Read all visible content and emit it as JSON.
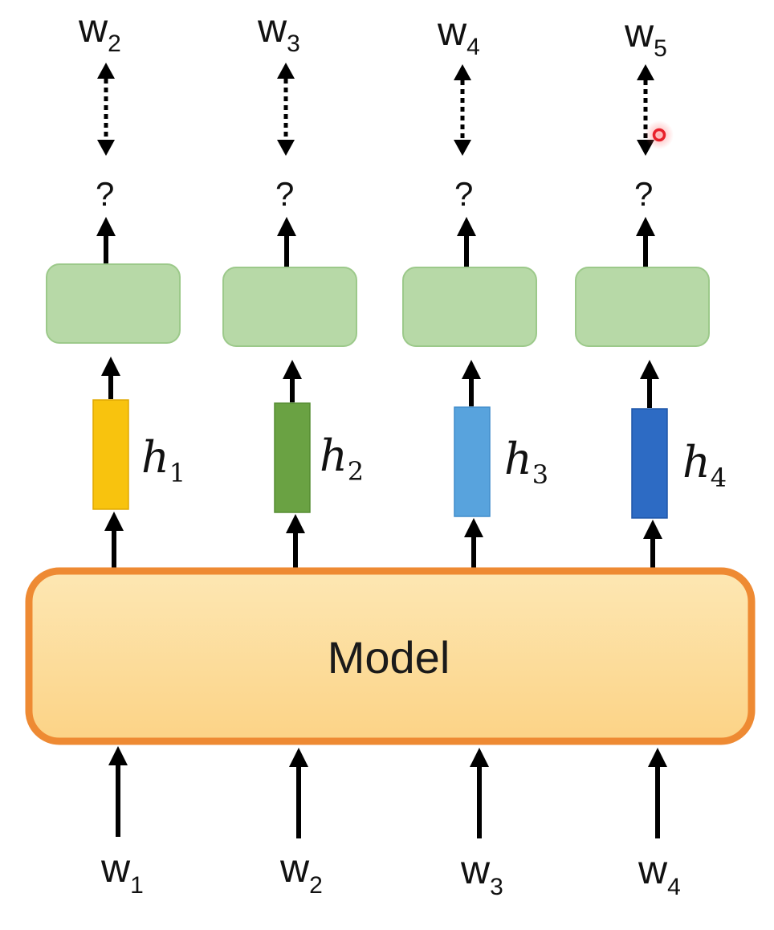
{
  "diagram": {
    "model": {
      "label": "Model"
    },
    "columns": [
      {
        "input_word": "w",
        "input_sub": "1",
        "hidden": "h",
        "hidden_sub": "1",
        "hidden_color": "#f8c30e",
        "prediction": "?",
        "target_word": "w",
        "target_sub": "2"
      },
      {
        "input_word": "w",
        "input_sub": "2",
        "hidden": "h",
        "hidden_sub": "2",
        "hidden_color": "#6aa243",
        "prediction": "?",
        "target_word": "w",
        "target_sub": "3"
      },
      {
        "input_word": "w",
        "input_sub": "3",
        "hidden": "h",
        "hidden_sub": "3",
        "hidden_color": "#58a3dd",
        "prediction": "?",
        "target_word": "w",
        "target_sub": "4"
      },
      {
        "input_word": "w",
        "input_sub": "4",
        "hidden": "h",
        "hidden_sub": "4",
        "hidden_color": "#2d6bc4",
        "prediction": "?",
        "target_word": "w",
        "target_sub": "5"
      }
    ],
    "colors": {
      "model_fill_top": "#fde7b3",
      "model_fill_bottom": "#fcd386",
      "model_border": "#ee8a33",
      "block_fill": "#b7d9a7",
      "block_border": "#9cc98a",
      "arrow": "#000000",
      "cursor": "#e8202a"
    }
  }
}
